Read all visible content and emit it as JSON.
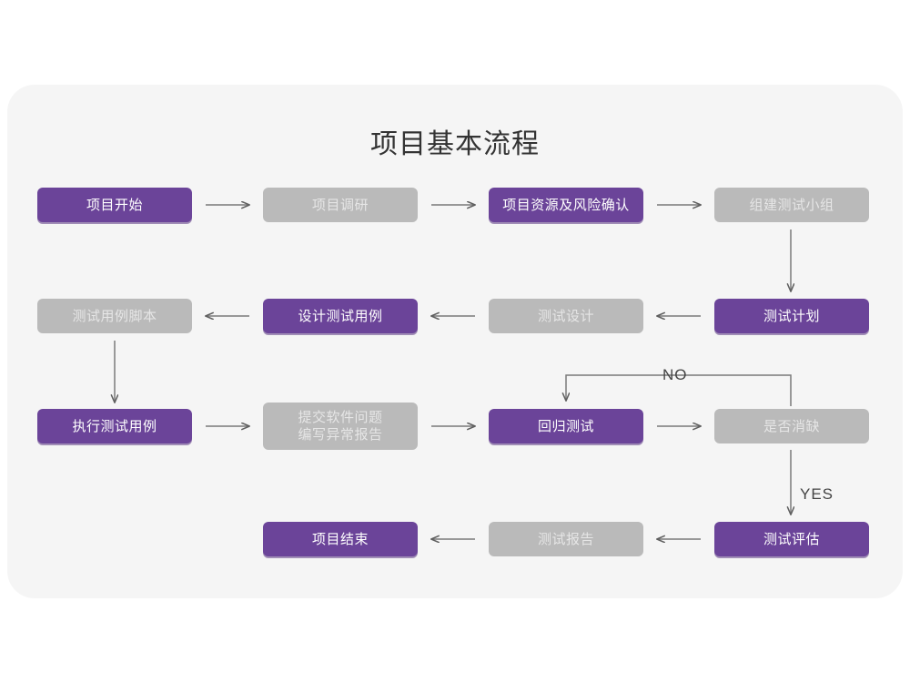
{
  "diagram": {
    "title": "项目基本流程",
    "colors": {
      "panel_background": "#f5f5f5",
      "page_background": "#ffffff",
      "accent_purple": "#6b4499",
      "muted_gray": "#bababa",
      "gray_text": "#e6e6e6",
      "purple_text": "#ffffff",
      "connector": "#6b6b6b",
      "title_text": "#333333"
    },
    "nodes": [
      {
        "id": "n1",
        "label": "项目开始",
        "style": "purple"
      },
      {
        "id": "n2",
        "label": "项目调研",
        "style": "gray"
      },
      {
        "id": "n3",
        "label": "项目资源及风险确认",
        "style": "purple"
      },
      {
        "id": "n4",
        "label": "组建测试小组",
        "style": "gray"
      },
      {
        "id": "n5",
        "label": "测试用例脚本",
        "style": "gray"
      },
      {
        "id": "n6",
        "label": "设计测试用例",
        "style": "purple"
      },
      {
        "id": "n7",
        "label": "测试设计",
        "style": "gray"
      },
      {
        "id": "n8",
        "label": "测试计划",
        "style": "purple"
      },
      {
        "id": "n9",
        "label": "执行测试用例",
        "style": "purple"
      },
      {
        "id": "n10",
        "label": "提交软件问题",
        "label2": "编写异常报告",
        "style": "gray"
      },
      {
        "id": "n11",
        "label": "回归测试",
        "style": "purple"
      },
      {
        "id": "n12",
        "label": "是否消缺",
        "style": "gray"
      },
      {
        "id": "n13",
        "label": "项目结束",
        "style": "purple"
      },
      {
        "id": "n14",
        "label": "测试报告",
        "style": "gray"
      },
      {
        "id": "n15",
        "label": "测试评估",
        "style": "purple"
      }
    ],
    "branch_labels": {
      "no": "NO",
      "yes": "YES"
    },
    "edges": [
      {
        "from": "n1",
        "to": "n2",
        "direction": "right"
      },
      {
        "from": "n2",
        "to": "n3",
        "direction": "right"
      },
      {
        "from": "n3",
        "to": "n4",
        "direction": "right"
      },
      {
        "from": "n4",
        "to": "n8",
        "direction": "down"
      },
      {
        "from": "n8",
        "to": "n7",
        "direction": "left"
      },
      {
        "from": "n7",
        "to": "n6",
        "direction": "left"
      },
      {
        "from": "n6",
        "to": "n5",
        "direction": "left"
      },
      {
        "from": "n5",
        "to": "n9",
        "direction": "down"
      },
      {
        "from": "n9",
        "to": "n10",
        "direction": "right"
      },
      {
        "from": "n10",
        "to": "n11",
        "direction": "right"
      },
      {
        "from": "n11",
        "to": "n12",
        "direction": "right"
      },
      {
        "from": "n12",
        "to": "n11",
        "direction": "up-left-down",
        "label": "NO"
      },
      {
        "from": "n12",
        "to": "n15",
        "direction": "down",
        "label": "YES"
      },
      {
        "from": "n15",
        "to": "n14",
        "direction": "left"
      },
      {
        "from": "n14",
        "to": "n13",
        "direction": "left"
      }
    ]
  }
}
